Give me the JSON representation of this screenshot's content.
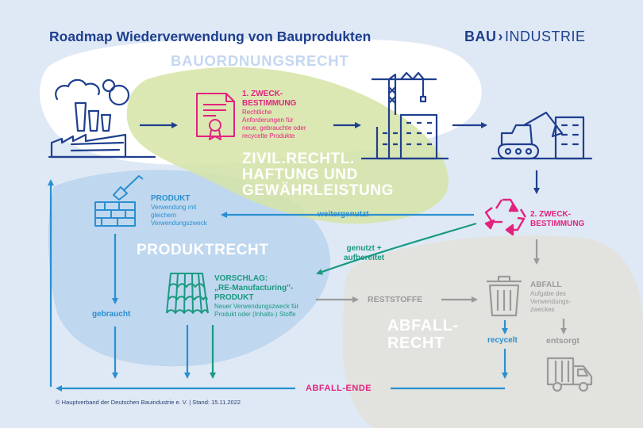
{
  "title": "Roadmap Wiederverwendung von Bauprodukten",
  "logo": {
    "part1": "BAU",
    "chevron": "›",
    "part2": "INDUSTRIE"
  },
  "zones": {
    "bauordnungsrecht": "BAUORDNUNGSRECHT",
    "zivilrecht": [
      "ZIVIL.RECHTL.",
      "HAFTUNG UND",
      "GEWÄHRLEISTUNG"
    ],
    "produktrecht": "PRODUKTRECHT",
    "abfallrecht": [
      "ABFALL-",
      "RECHT"
    ]
  },
  "zweck1": {
    "heading": [
      "1. ZWECK-",
      "BESTIMMUNG"
    ],
    "text": [
      "Rechtliche",
      "Anforderungen für",
      "neue, gebrauchte oder",
      "recycelte Produkte"
    ]
  },
  "zweck2": {
    "heading": [
      "2. ZWECK-",
      "BESTIMMUNG"
    ]
  },
  "produkt": {
    "heading": "PRODUKT",
    "text": [
      "Verwendung mit",
      "gleichem",
      "Verwendungszweck"
    ]
  },
  "vorschlag": {
    "heading": [
      "VORSCHLAG:",
      "„RE-Manufacturing\"-",
      "PRODUKT"
    ],
    "text": [
      "Neuer Verwendungszweck für",
      "Produkt oder (Inhalts-) Stoffe"
    ]
  },
  "abfall": {
    "heading": "ABFALL",
    "text": [
      "Aufgabe des",
      "Verwendungs-",
      "zweckes"
    ]
  },
  "labels": {
    "weitergenutzt": "weitergenutzt",
    "genutzt": [
      "genutzt +",
      "aufbereitet"
    ],
    "reststoffe": "RESTSTOFFE",
    "gebraucht": "gebraucht",
    "recycelt": "recycelt",
    "entsorgt": "entsorgt",
    "abfall_ende": "ABFALL-ENDE"
  },
  "footer": "© Hauptverband der Deutschen Bauindustrie e. V. | Stand: 15.11.2022",
  "colors": {
    "navy": "#1f3f8f",
    "pink": "#e2227f",
    "blue": "#2a8fd0",
    "green": "#1a9a80",
    "grey": "#9a9a9a"
  }
}
